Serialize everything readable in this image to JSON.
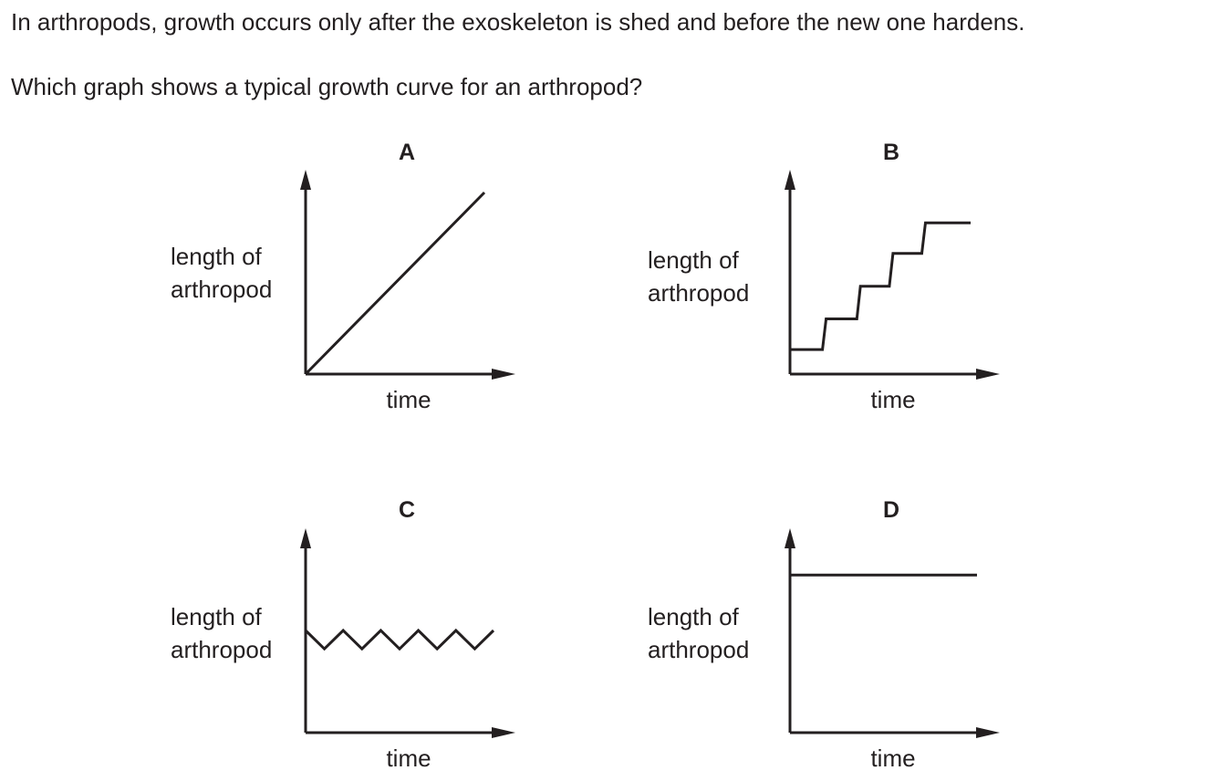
{
  "question": {
    "stem": "In arthropods, growth occurs only after the exoskeleton is shed and before the new one hardens.",
    "prompt": "Which graph shows a typical growth curve for an arthropod?"
  },
  "chart_data": [
    {
      "type": "line",
      "label": "A",
      "ylabel": [
        "length of",
        "arthropod"
      ],
      "xlabel": "time",
      "x": [
        0,
        1
      ],
      "y": [
        0,
        1
      ]
    },
    {
      "type": "line",
      "label": "B",
      "ylabel": [
        "length of",
        "arthropod"
      ],
      "xlabel": "time",
      "x": [
        0,
        0.18,
        0.2,
        0.37,
        0.39,
        0.55,
        0.57,
        0.73,
        0.75,
        1
      ],
      "y": [
        0.12,
        0.12,
        0.27,
        0.27,
        0.43,
        0.43,
        0.59,
        0.59,
        0.74,
        0.74
      ]
    },
    {
      "type": "line",
      "label": "C",
      "ylabel": [
        "length of",
        "arthropod"
      ],
      "xlabel": "time",
      "x": [
        0,
        0.1,
        0.2,
        0.3,
        0.4,
        0.5,
        0.6,
        0.7,
        0.8,
        0.9,
        1
      ],
      "y": [
        0.5,
        0.41,
        0.5,
        0.41,
        0.5,
        0.41,
        0.5,
        0.41,
        0.5,
        0.41,
        0.5
      ]
    },
    {
      "type": "line",
      "label": "D",
      "ylabel": [
        "length of",
        "arthropod"
      ],
      "xlabel": "time",
      "x": [
        0,
        1
      ],
      "y": [
        0.8,
        0.8
      ]
    }
  ]
}
